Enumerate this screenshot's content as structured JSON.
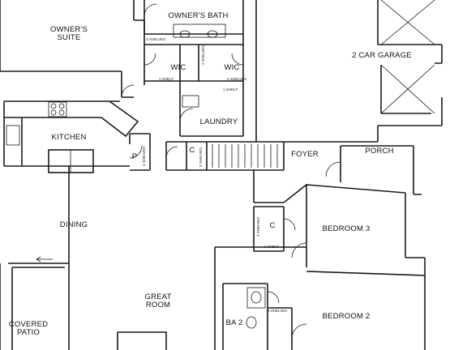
{
  "plan": {
    "rooms": {
      "owners_suite_line1": "OWNER'S",
      "owners_suite_line2": "SUITE",
      "owners_bath": "OWNER'S BATH",
      "wic_left": "WIC",
      "wic_right": "WIC",
      "garage": "2 CAR GARAGE",
      "kitchen": "KITCHEN",
      "laundry": "LAUNDRY",
      "pantry": "P",
      "closet_foyer": "C",
      "foyer": "FOYER",
      "porch": "PORCH",
      "dining": "DINING",
      "bedroom3": "BEDROOM 3",
      "closet_bed3": "C",
      "great_room_line1": "GREAT",
      "great_room_line2": "ROOM",
      "covered_patio_line1": "COVERED",
      "covered_patio_line2": "PATIO",
      "bath2": "BA 2",
      "bedroom2": "BEDROOM 2"
    },
    "notes": {
      "bath_shelves": "3 SHELVES",
      "wic_left_shelf": "1 SHELF",
      "wic_right_shelves": "2 SHELVES",
      "wic_center_shelves": "2 SHELVES",
      "laundry_shelf": "1 SHELF",
      "pantry_shelves": "4 SHELVES",
      "foyer_closet_shelves": "3 SHELVES",
      "bed3_closet_shelves_a": "2 SHELVES",
      "bed3_closet_shelf_b": "1 SHELF",
      "bath2_shelves": "3 SHELVES"
    }
  }
}
